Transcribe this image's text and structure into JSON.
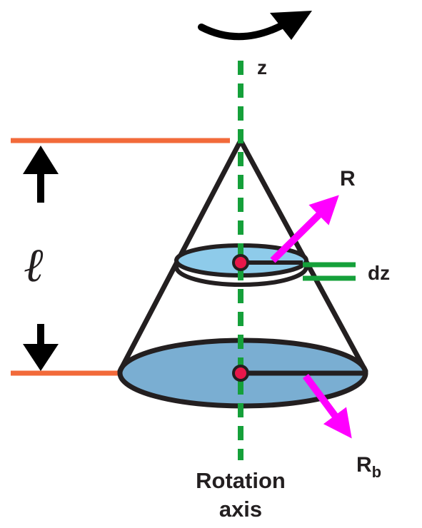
{
  "labels": {
    "z": "z",
    "r": "R",
    "dz": "dz",
    "rb_main": "R",
    "rb_sub": "b",
    "length": "ℓ",
    "axis_line1": "Rotation",
    "axis_line2": "axis"
  },
  "colors": {
    "outline": "#231f20",
    "axis": "#15a03a",
    "orange": "#f26a3a",
    "fill_small": "#8ecbea",
    "fill_base": "#7aaed2",
    "magenta": "#ff00ff",
    "dot": "#e8174a"
  },
  "icons": {
    "rotation": "curved-arrow-icon",
    "up": "arrow-up-icon",
    "down": "arrow-down-icon"
  }
}
